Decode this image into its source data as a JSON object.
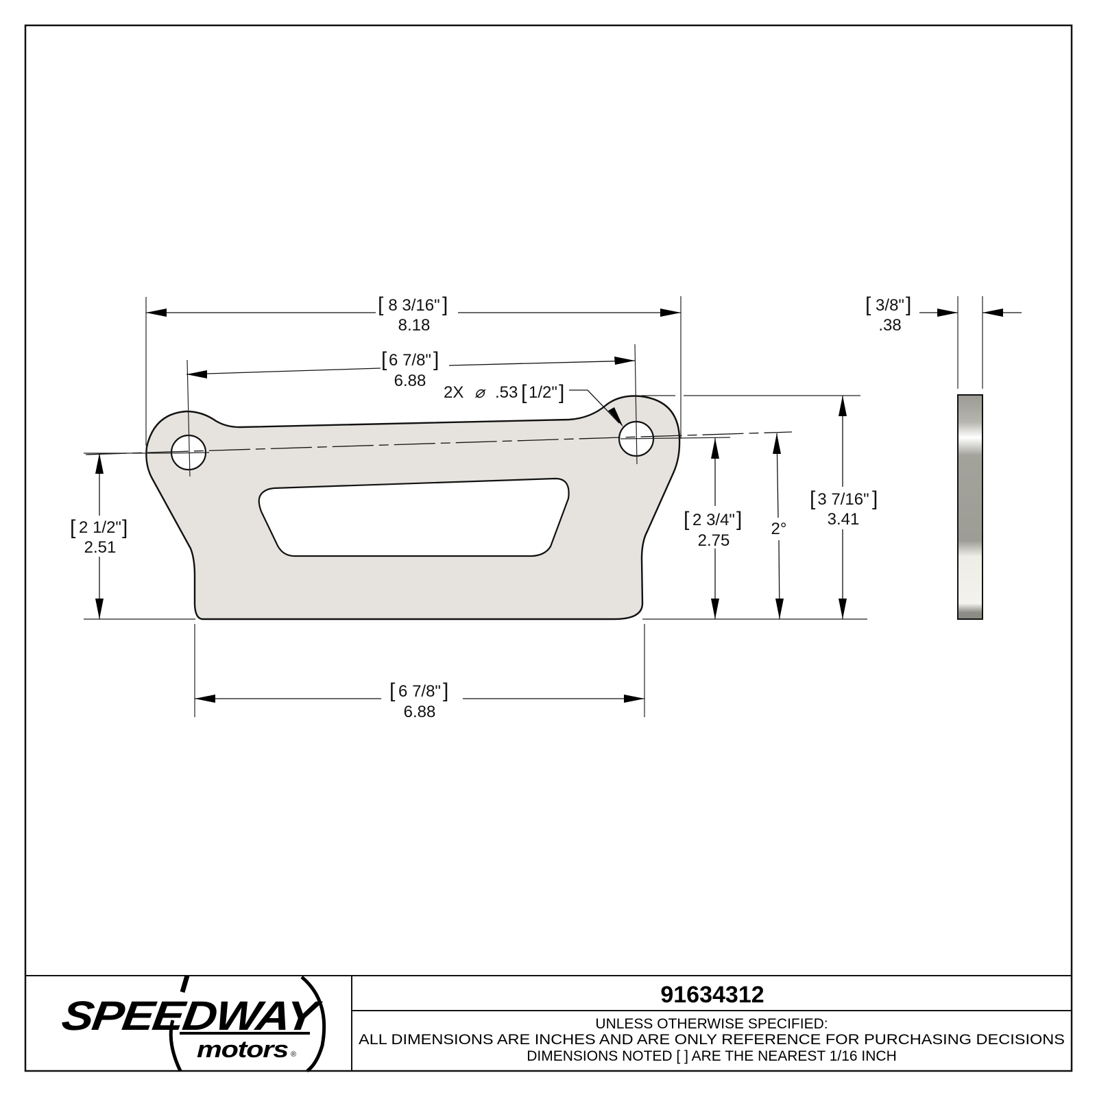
{
  "drawing": {
    "part_number": "91634312",
    "notes": [
      "UNLESS OTHERWISE SPECIFIED:",
      "ALL DIMENSIONS ARE INCHES AND ARE ONLY REFERENCE FOR PURCHASING DECISIONS",
      "DIMENSIONS NOTED [ ] ARE THE NEAREST 1/16 INCH"
    ],
    "logo": {
      "main": "SPEEDWAY",
      "sub": "motors",
      "mark": "®"
    },
    "colors": {
      "part_fill": "#e6e3de",
      "line": "#111111",
      "edge_view_gradient": [
        "#9b9a93",
        "#ffffff",
        "#9b9a93",
        "#f2f1ea",
        "#8e8d86"
      ]
    }
  },
  "dimensions": {
    "overall_width": {
      "fraction": "8 3/16\"",
      "decimal": "8.18"
    },
    "hole_spacing": {
      "fraction": "6 7/8\"",
      "decimal": "6.88"
    },
    "hole_callout": {
      "qty": "2X",
      "symbol": "⌀",
      "decimal": ".53",
      "fraction": "1/2\""
    },
    "left_hole_height": {
      "fraction": "2 1/2\"",
      "decimal": "2.51"
    },
    "right_hole_height": {
      "fraction": "2 3/4\"",
      "decimal": "2.75"
    },
    "angle": {
      "value": "2°"
    },
    "overall_height": {
      "fraction": "3 7/16\"",
      "decimal": "3.41"
    },
    "base_width": {
      "fraction": "6 7/8\"",
      "decimal": "6.88"
    },
    "thickness": {
      "fraction": "3/8\"",
      "decimal": ".38"
    }
  }
}
